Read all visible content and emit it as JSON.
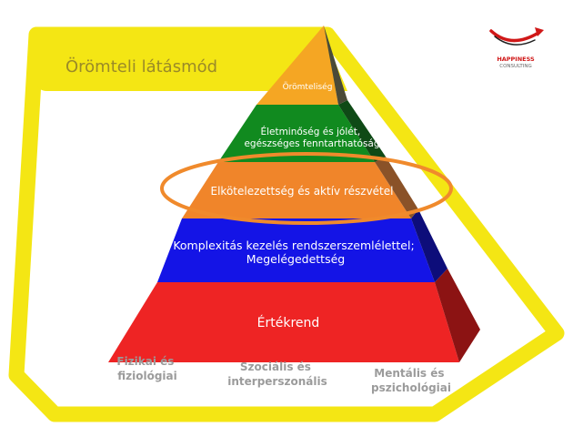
{
  "title": "Örömteli látásmód",
  "logo": {
    "line1": "HAPPINESS",
    "line2": "CONSULTING",
    "icon": "swoosh-arrow-icon"
  },
  "pyramid": {
    "levels": [
      {
        "label": "Örömteliség",
        "color": "#f5a623"
      },
      {
        "label_lines": [
          "Életminőség és jólét,",
          "egészséges fenntarthatóság"
        ],
        "color": "#118a1f"
      },
      {
        "label": "Elkötelezettség és aktív részvétel",
        "color": "#f0852a",
        "highlighted": true
      },
      {
        "label_lines": [
          "Komplexitás kezelés rendszerszemlélettel;",
          "Megelégedettség"
        ],
        "color": "#1414e6"
      },
      {
        "label": "Értékrend",
        "color": "#ee2424"
      }
    ]
  },
  "base_labels": [
    {
      "lines": [
        "Fizikai és",
        "fiziológiai"
      ]
    },
    {
      "lines": [
        "Szociális és",
        "interperszonális"
      ]
    },
    {
      "lines": [
        "Mentális és",
        "pszichológiai"
      ]
    }
  ],
  "colors": {
    "frame_yellow": "#f4e614",
    "highlight_ring": "#f08a2c"
  }
}
